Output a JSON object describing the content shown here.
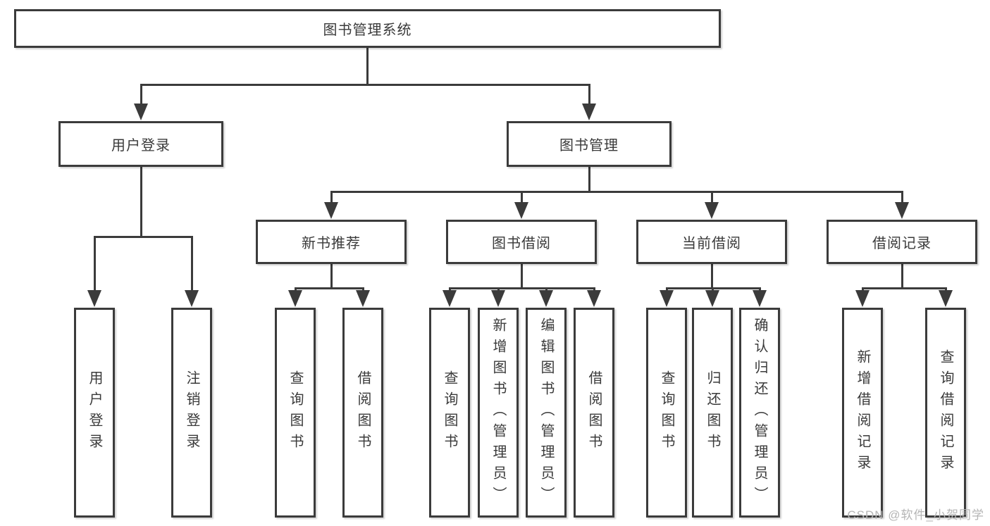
{
  "diagram": {
    "title": "图书管理系统",
    "branches": [
      {
        "label": "用户登录",
        "children": [
          "用户登录",
          "注销登录"
        ]
      },
      {
        "label": "图书管理",
        "sections": [
          {
            "label": "新书推荐",
            "children": [
              "查询图书",
              "借阅图书"
            ]
          },
          {
            "label": "图书借阅",
            "children": [
              "查询图书",
              "新增图书（管理员）",
              "编辑图书（管理员）",
              "借阅图书"
            ]
          },
          {
            "label": "当前借阅",
            "children": [
              "查询图书",
              "归还图书",
              "确认归还（管理员）"
            ]
          },
          {
            "label": "借阅记录",
            "children": [
              "新增借阅记录",
              "查询借阅记录"
            ]
          }
        ]
      }
    ]
  },
  "watermark": {
    "text": "CSDN @软件_小贺同学"
  },
  "colors": {
    "line": "#3b3b3b",
    "text": "#3a3a3a",
    "watermark": "#b5b5b5",
    "background": "#ffffff"
  }
}
